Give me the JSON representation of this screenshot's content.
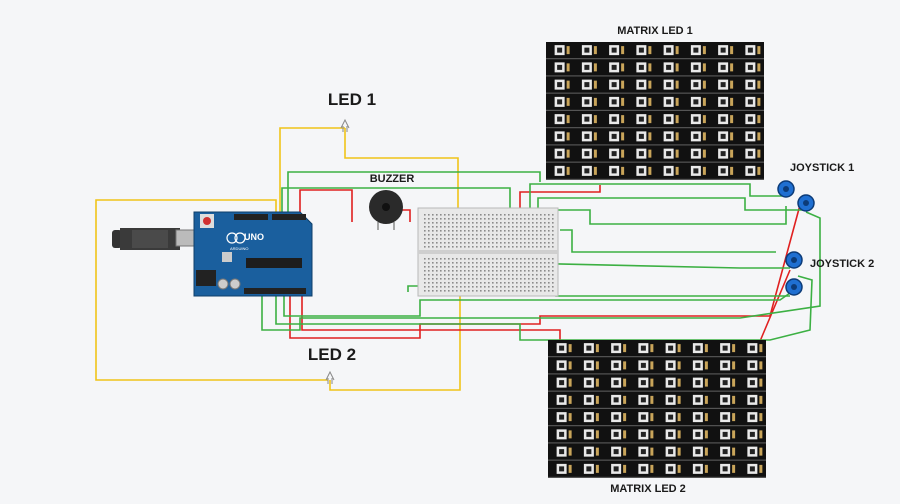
{
  "labels": {
    "led1": "LED 1",
    "led2": "LED 2",
    "buzzer": "BUZZER",
    "matrix1": "MATRIX LED 1",
    "matrix2": "MATRIX LED 2",
    "joystick1": "JOYSTICK 1",
    "joystick2": "JOYSTICK 2",
    "board_brand": "UNO",
    "board_sub": "ARDUINO"
  },
  "colors": {
    "background": "#f5f6f8",
    "wire_yellow": "#f0c419",
    "wire_green": "#3cb043",
    "wire_red": "#e02020",
    "board_blue": "#1a5f9e",
    "matrix_black": "#111111",
    "breadboard": "#e8e8e8",
    "joystick_blue": "#1f6fd1"
  },
  "matrix": {
    "rows": 8,
    "cols": 8
  }
}
